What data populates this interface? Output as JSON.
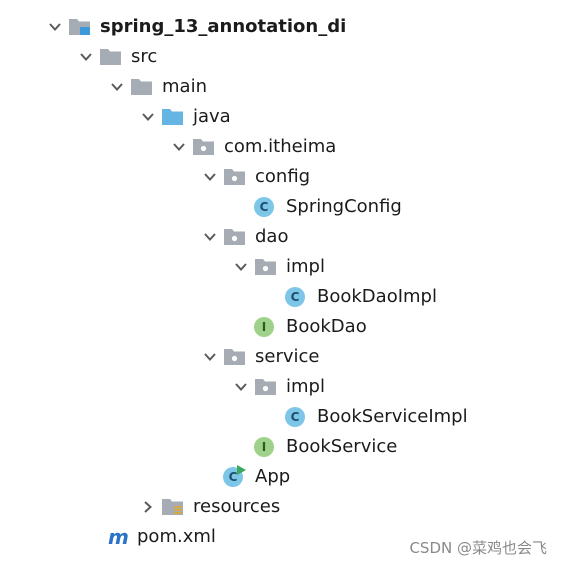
{
  "colors": {
    "arrow": "#5a5a5a",
    "folder_gray": "#a6acb3",
    "folder_blue": "#66b4e3",
    "class_circle": "#7dc6e8",
    "interface_circle": "#9fd18a",
    "run_arrow": "#3ba85e",
    "maven_m": "#2a73c9"
  },
  "tree": {
    "items": [
      {
        "label": "spring_13_annotation_di",
        "icon": "project-folder-icon",
        "expanded": true
      },
      {
        "label": "src",
        "icon": "folder-icon",
        "expanded": true
      },
      {
        "label": "main",
        "icon": "folder-icon",
        "expanded": true
      },
      {
        "label": "java",
        "icon": "source-root-folder-icon",
        "expanded": true
      },
      {
        "label": "com.itheima",
        "icon": "package-icon",
        "expanded": true
      },
      {
        "label": "config",
        "icon": "package-icon",
        "expanded": true
      },
      {
        "label": "SpringConfig",
        "icon": "class-icon",
        "badge": "C"
      },
      {
        "label": "dao",
        "icon": "package-icon",
        "expanded": true
      },
      {
        "label": "impl",
        "icon": "package-icon",
        "expanded": true
      },
      {
        "label": "BookDaoImpl",
        "icon": "class-icon",
        "badge": "C"
      },
      {
        "label": "BookDao",
        "icon": "interface-icon",
        "badge": "I"
      },
      {
        "label": "service",
        "icon": "package-icon",
        "expanded": true
      },
      {
        "label": "impl",
        "icon": "package-icon",
        "expanded": true
      },
      {
        "label": "BookServiceImpl",
        "icon": "class-icon",
        "badge": "C"
      },
      {
        "label": "BookService",
        "icon": "interface-icon",
        "badge": "I"
      },
      {
        "label": "App",
        "icon": "runnable-class-icon",
        "badge": "C"
      },
      {
        "label": "resources",
        "icon": "resources-folder-icon",
        "expanded": false
      },
      {
        "label": "pom.xml",
        "icon": "maven-icon"
      }
    ]
  },
  "watermark": "CSDN @菜鸡也会飞"
}
